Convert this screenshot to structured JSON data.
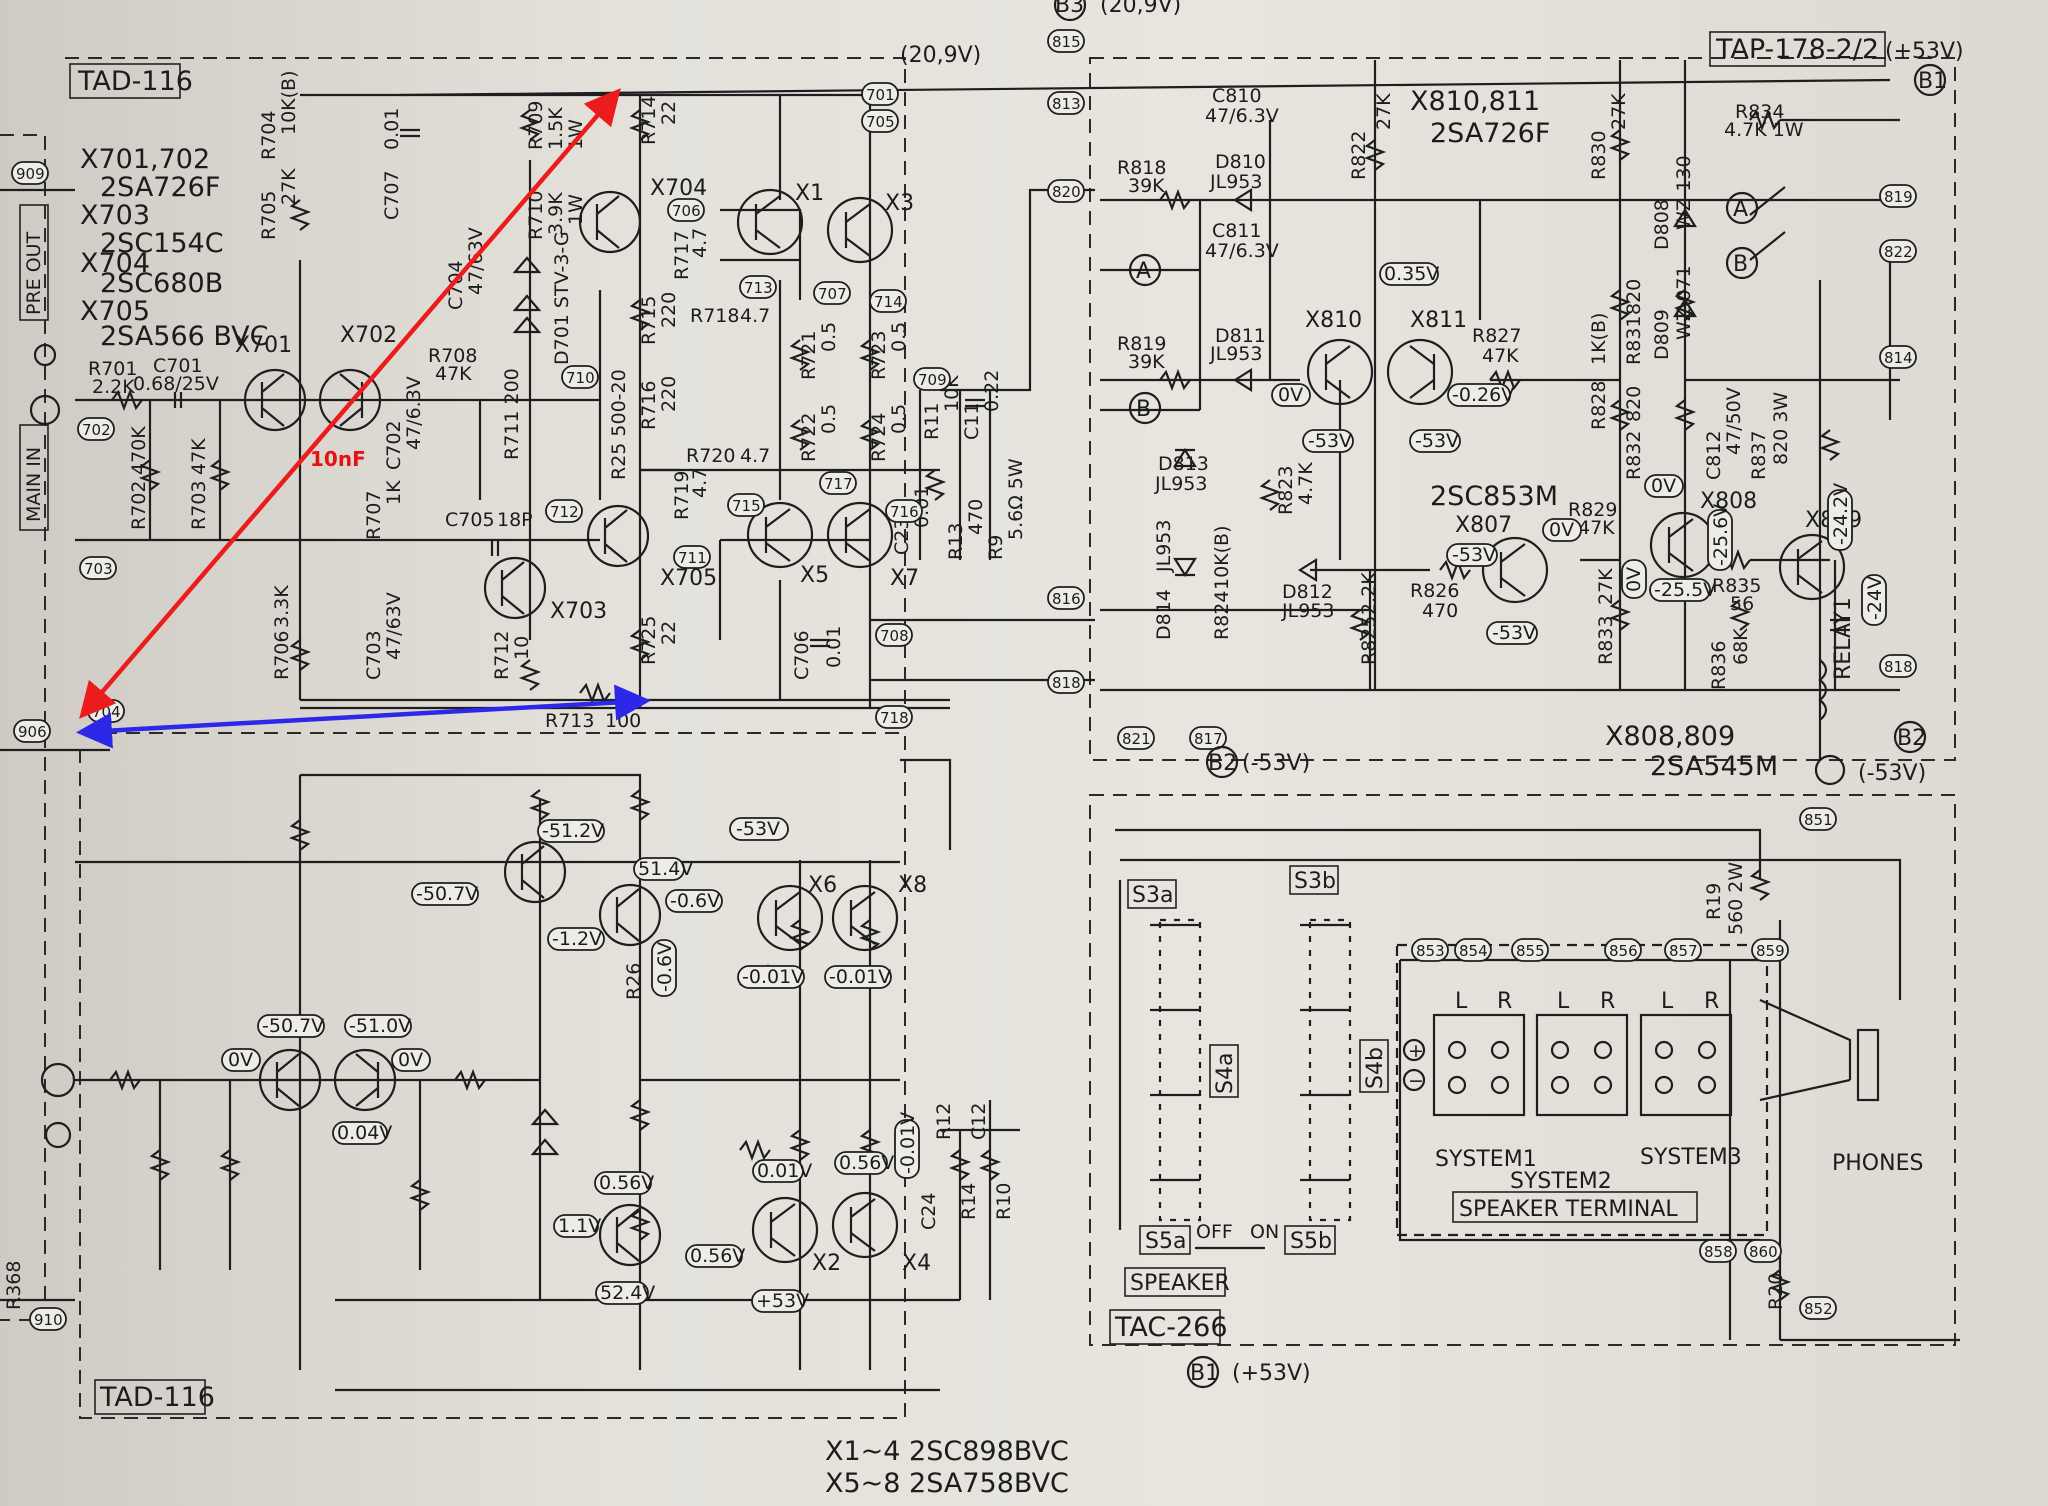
{
  "boards": {
    "main_amp": "TAD-116",
    "main_amp_lower": "TAD-116",
    "protection": "TAP-178-2/2",
    "speaker": "TAC-266"
  },
  "supply": {
    "v_209_top": "(20,9V)",
    "v_209": "(20,9V)",
    "v_pos53": "(+53V)",
    "v_neg53_b2": "(-53V)",
    "v_neg53_lamp": "(-53V)",
    "v_pos53_b1": "(+53V)"
  },
  "connectors": {
    "pre_out": "PRE OUT",
    "main_in": "MAIN IN",
    "b1_top": "B1",
    "b1_bottom": "B1",
    "b2": "B2",
    "b2_right": "B2",
    "b3": "B3",
    "a1": "A",
    "a2": "A",
    "b_mark1": "B",
    "b_mark2": "B"
  },
  "terminals": {
    "t909": "909",
    "t702": "702",
    "t703": "703",
    "t704": "704",
    "t906": "906",
    "t910": "910",
    "t701": "701",
    "t705": "705",
    "t706": "706",
    "t707": "707",
    "t710": "710",
    "t711": "711",
    "t712": "712",
    "t713": "713",
    "t714": "714",
    "t715": "715",
    "t716": "716",
    "t717": "717",
    "t708": "708",
    "t709": "709",
    "t718": "718",
    "t813": "813",
    "t815": "815",
    "t820": "820",
    "t816": "816",
    "t818l": "818",
    "t821": "821",
    "t817": "817",
    "t819": "819",
    "t822": "822",
    "t814": "814",
    "t818r": "818",
    "t851": "851",
    "t852": "852",
    "t853": "853",
    "t854": "854",
    "t855": "855",
    "t856": "856",
    "t857": "857",
    "t858": "858",
    "t859": "859",
    "t860": "860"
  },
  "transistor_list": {
    "x701_702": "X701,702",
    "x701_702_type": "2SA726F",
    "x703": "X703",
    "x703_type": "2SC154C",
    "x704": "X704",
    "x704_type": "2SC680B",
    "x705": "X705",
    "x705_type": "2SA566 BVC",
    "x810_811": "X810,811",
    "x810_811_type": "2SA726F",
    "x808_809": "X808,809",
    "x808_809_type": "2SA545M",
    "x807_type": "2SC853M",
    "x1_4": "X1~4 2SC898BVC",
    "x5_8": "X5~8 2SA758BVC"
  },
  "devices": {
    "X701": "X701",
    "X702": "X702",
    "X703": "X703",
    "X704": "X704",
    "X705": "X705",
    "X1": "X1",
    "X3": "X3",
    "X5": "X5",
    "X7": "X7",
    "X6": "X6",
    "X8": "X8",
    "X2": "X2",
    "X4": "X4",
    "X810": "X810",
    "X811": "X811",
    "X807": "X807",
    "X808": "X808",
    "X809": "X809",
    "RELAY1": "RELAY1"
  },
  "components": {
    "r701": "R701",
    "r701v": "2.2K",
    "c701": "C701",
    "c701v": "0.68/25V",
    "r702": "R702",
    "r702v": "470K",
    "r703": "R703",
    "r703v": "47K",
    "r704": "R704",
    "r704v": "10K(B)",
    "r705": "R705",
    "r705v": "27K",
    "c707": "C707",
    "c707v": "0.01",
    "r709": "R709",
    "r709v": "1.5K",
    "r709w": "1W",
    "r710": "R710",
    "r710v": "3.9K",
    "r710w": "1W",
    "c704": "C704",
    "c704v": "47/63V",
    "d701": "D701 STV-3-G",
    "r708": "R708",
    "r708v": "47K",
    "c702": "C702",
    "c702v": "47/6.3V",
    "r707": "R707",
    "r707v": "1K",
    "r711": "R711 200",
    "r25": "R25 500-20",
    "c705": "C705",
    "c705v": "18P",
    "r706": "R706",
    "r706v": "3.3K",
    "c703": "C703",
    "c703v": "47/63V",
    "r712": "R712",
    "r712v": "10",
    "r713": "R713",
    "r713v": "100",
    "r714": "R714",
    "r714v": "22",
    "r715": "R715",
    "r715v": "220",
    "r716": "R716",
    "r716v": "220",
    "r717": "R717",
    "r717v": "4.7",
    "r718": "R718",
    "r718v": "4.7",
    "r719": "R719",
    "r719v": "4.7",
    "r720": "R720",
    "r720v": "4.7",
    "r721": "R721",
    "r721v": "0.5",
    "r722": "R722",
    "r722v": "0.5",
    "r723": "R723",
    "r723v": "0.5",
    "r724": "R724",
    "r724v": "0.5",
    "r725": "R725",
    "r725v": "22",
    "r11": "R11",
    "r11v": "10K",
    "c11": "C11",
    "c11v": "0.22",
    "r13": "R13",
    "r13v": "470",
    "r9": "R9",
    "r9v": "5.6Ω 5W",
    "c23": "C23",
    "c23v": "0.01",
    "c706": "C706",
    "c706v": "0.01",
    "r26": "R26",
    "r12": "R12",
    "c12": "C12",
    "c24": "C24",
    "r14": "R14",
    "r10": "R10",
    "r368": "R368",
    "c810": "C810",
    "c810v": "47/6.3V",
    "d810": "D810",
    "d810v": "JL953",
    "r818": "R818",
    "r818v": "39K",
    "c811": "C811",
    "c811v": "47/6.3V",
    "d811": "D811",
    "d811v": "JL953",
    "r819": "R819",
    "r819v": "39K",
    "d813": "D813",
    "d813v": "JL953",
    "d814": "D814",
    "d814v": "JL953",
    "r824": "R824",
    "r824v": "10K(B)",
    "d812": "D812",
    "d812v": "JL953",
    "r822": "R822",
    "r822v": "27K",
    "r823": "R823",
    "r823v": "4.7K",
    "r825": "R825",
    "r825v": "2.2K",
    "r826": "R826",
    "r826v": "470",
    "r827": "R827",
    "r827v": "47K",
    "r830": "R830",
    "r830v": "27K",
    "r831": "R831",
    "r831v": "820",
    "r828": "R828",
    "r832": "R832",
    "r832v": "820",
    "r_1kb": "1K(B)",
    "r829": "R829",
    "r829v": "47K",
    "r833": "R833",
    "r833v": "27K",
    "r834": "R834",
    "r834v": "4.7K 1W",
    "d808": "D808",
    "d808v": "WZ-130",
    "d809": "D809",
    "d809v": "WZ-071",
    "c812": "C812",
    "c812v": "47/50V",
    "r837": "R837",
    "r837v": "820 3W",
    "r835": "R835",
    "r835v": "56",
    "r836": "R836",
    "r836v": "68K",
    "r19": "R19",
    "r19v": "560 2W",
    "r20": "R20"
  },
  "voltages": {
    "v035": "0.35V",
    "v0a": "0V",
    "vm026": "-0.26V",
    "vm53a": "-53V",
    "vm53b": "-53V",
    "vm53c": "-53V",
    "vm53d": "-53V",
    "v0b": "0V",
    "v0c": "0V",
    "v0d": "0V",
    "vm255": "-25.5V",
    "vm256": "-25.6V",
    "vm242": "-24.2V",
    "vm24": "-24V",
    "vl_m53": "-53V",
    "vl_m512": "-51.2V",
    "vl_m507a": "-50.7V",
    "vl_514": "51.4V",
    "vl_m06a": "-0.6V",
    "vl_m12": "-1.2V",
    "vl_m06b": "-0.6V",
    "vl_m001a": "-0.01V",
    "vl_m001b": "-0.01V",
    "vl_m507b": "-50.7V",
    "vl_m510": "-51.0V",
    "vl_0a": "0V",
    "vl_0b": "0V",
    "vl_004": "0.04V",
    "vl_056a": "0.56V",
    "vl_001": "0.01V",
    "vl_056b": "0.56V",
    "vl_m001c": "-0.01V",
    "vl_11": "1.1V",
    "vl_524": "52.4V",
    "vl_056c": "0.56V",
    "vl_p53": "+53V"
  },
  "speaker": {
    "s3a": "S3a",
    "s3b": "S3b",
    "s4a": "S4a",
    "s4b": "S4b",
    "s5a": "S5a",
    "s5b": "S5b",
    "off": "OFF",
    "on": "ON",
    "speaker_lbl": "SPEAKER",
    "system1": "SYSTEM1",
    "system2": "SYSTEM2",
    "system3": "SYSTEM3",
    "terminal": "SPEAKER TERMINAL",
    "phones": "PHONES",
    "L1": "L",
    "R1": "R",
    "L2": "L",
    "R2": "R",
    "L3": "L",
    "R3": "R",
    "plus": "+",
    "minus": "−"
  },
  "annotations": {
    "cap_note": "10nF"
  },
  "colors": {
    "annotation_red": "#ec1c1c",
    "annotation_blue": "#2d27e8"
  }
}
